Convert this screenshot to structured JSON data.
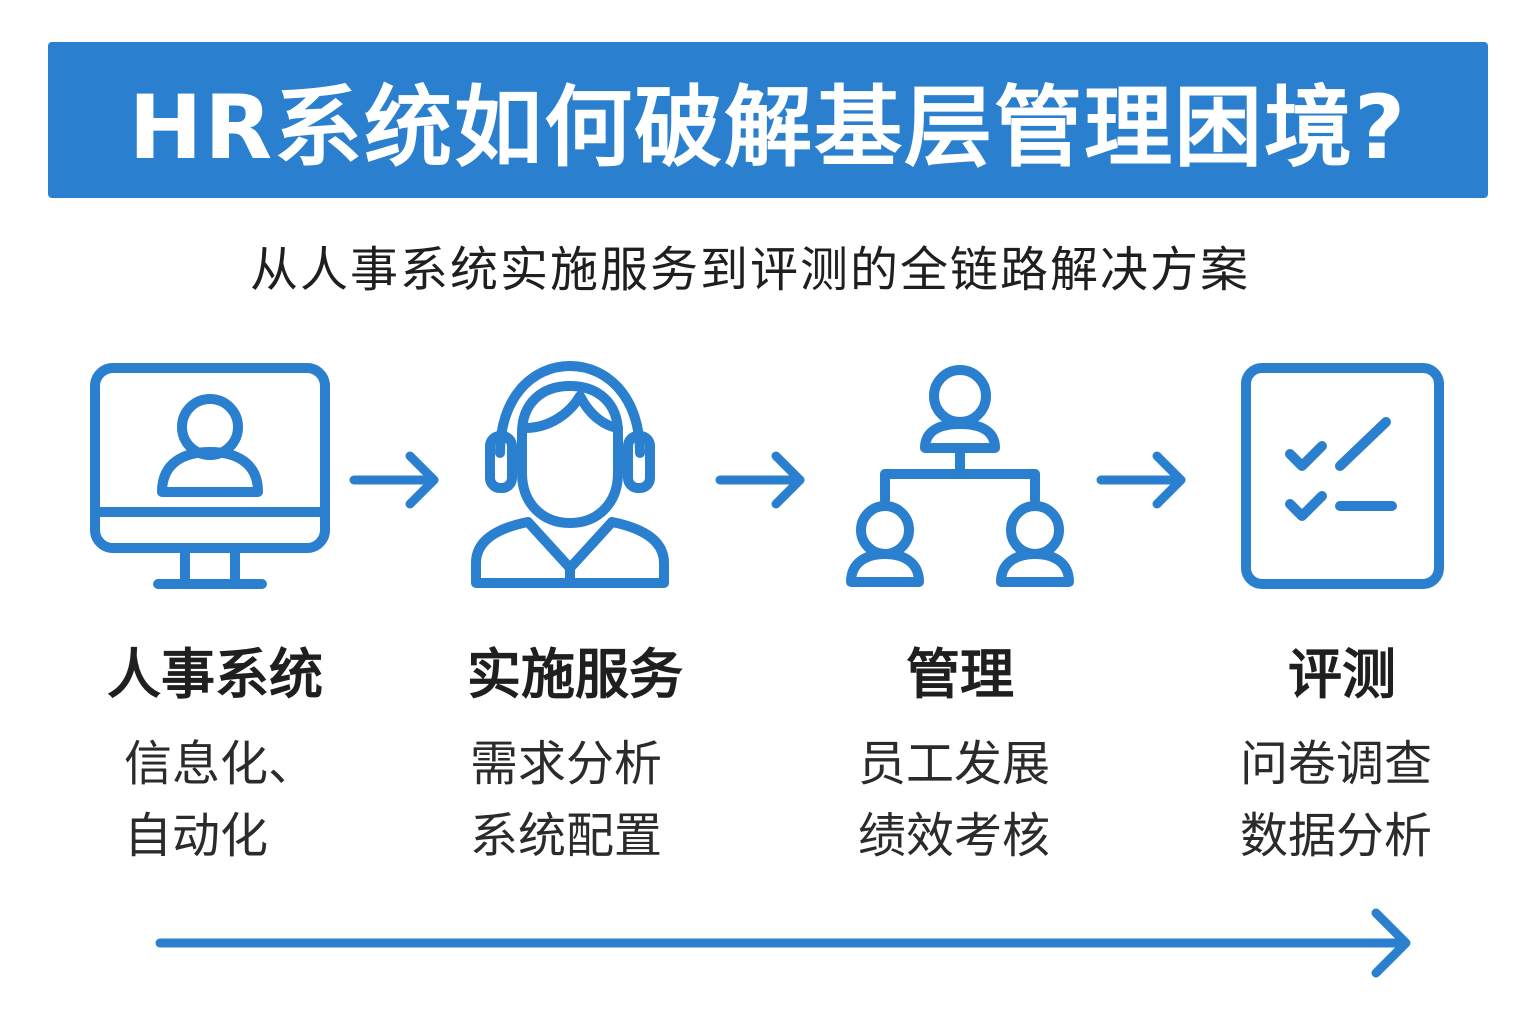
{
  "header": {
    "title": "HR系统如何破解基层管理困境?"
  },
  "subtitle": "从人事系统实施服务到评测的全链路解决方案",
  "colors": {
    "accent": "#2a7fce",
    "text": "#1f1f1f"
  },
  "steps": [
    {
      "icon": "monitor-user-icon",
      "title": "人事系统",
      "desc": [
        "信息化、",
        "自动化"
      ]
    },
    {
      "icon": "headset-support-icon",
      "title": "实施服务",
      "desc": [
        "需求分析",
        "系统配置"
      ]
    },
    {
      "icon": "org-chart-icon",
      "title": "管理",
      "desc": [
        "员工发展",
        "绩效考核"
      ]
    },
    {
      "icon": "checklist-icon",
      "title": "评测",
      "desc": [
        "问卷调查",
        "数据分析"
      ]
    }
  ],
  "flow_arrow": "long-right-arrow-icon"
}
